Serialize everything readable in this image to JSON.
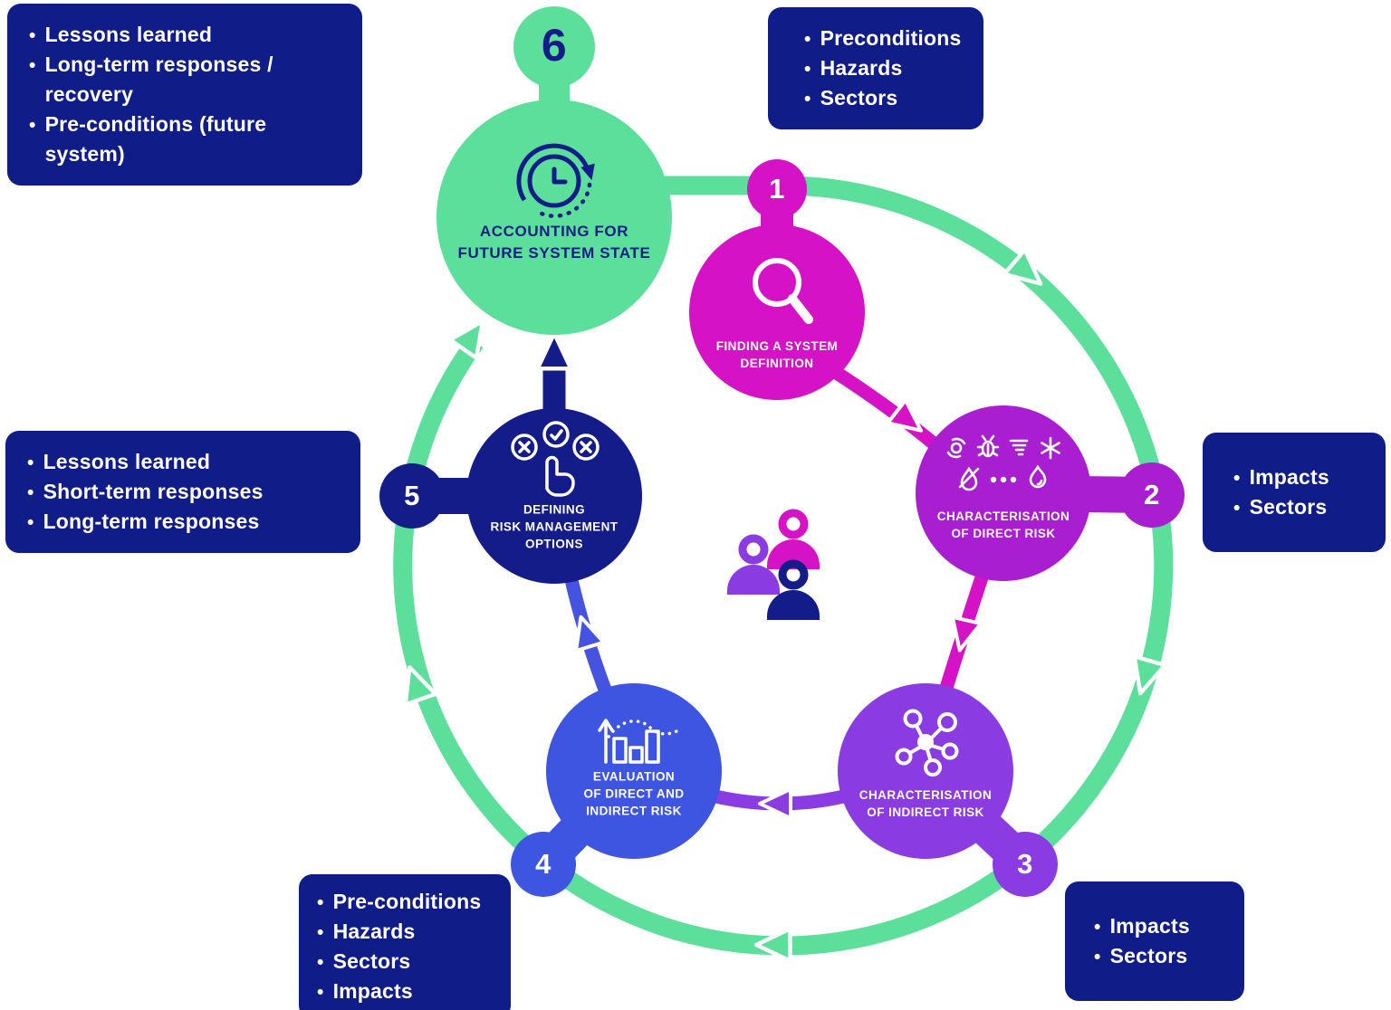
{
  "diagram_name": "Risk management cycle",
  "colors": {
    "deep_blue_box": "#101C87",
    "green": "#5CDF9B",
    "magenta": "#D512C6",
    "purple": "#A91ED0",
    "violet": "#8B3BE2",
    "blue": "#3D55E0",
    "navy": "#131C88",
    "white": "#FFFFFF"
  },
  "center": {
    "icon": "team-people-icon"
  },
  "nodes": [
    {
      "number": "1",
      "label": "FINDING A SYSTEM\nDEFINITION",
      "color": "#D512C6",
      "icon": "magnifier-icon"
    },
    {
      "number": "2",
      "label": "CHARACTERISATION\nOF DIRECT RISK",
      "color": "#A91ED0",
      "icon": "hazard-symbols-icon"
    },
    {
      "number": "3",
      "label": "CHARACTERISATION\nOF INDIRECT RISK",
      "color": "#8B3BE2",
      "icon": "network-icon"
    },
    {
      "number": "4",
      "label": "EVALUATION\nOF DIRECT AND\nINDIRECT RISK",
      "color": "#3D55E0",
      "icon": "bar-chart-icon"
    },
    {
      "number": "5",
      "label": "DEFINING\nRISK MANAGEMENT\nOPTIONS",
      "color": "#131C88",
      "icon": "select-options-hand-icon"
    },
    {
      "number": "6",
      "label": "ACCOUNTING FOR\nFUTURE SYSTEM STATE",
      "color": "#5CDF9B",
      "icon": "clock-cycle-icon"
    }
  ],
  "callouts": [
    {
      "position": "top-left",
      "items": [
        "Lessons learned",
        "Long-term responses / recovery",
        "Pre-conditions (future system)"
      ]
    },
    {
      "position": "top-center",
      "items": [
        "Preconditions",
        "Hazards",
        "Sectors"
      ]
    },
    {
      "position": "right",
      "items": [
        "Impacts",
        "Sectors"
      ]
    },
    {
      "position": "bottom-right",
      "items": [
        "Impacts",
        "Sectors"
      ]
    },
    {
      "position": "bottom-center",
      "items": [
        "Pre-conditions",
        "Hazards",
        "Sectors",
        "Impacts"
      ]
    },
    {
      "position": "left",
      "items": [
        "Lessons learned",
        "Short-term responses",
        "Long-term responses"
      ]
    }
  ]
}
